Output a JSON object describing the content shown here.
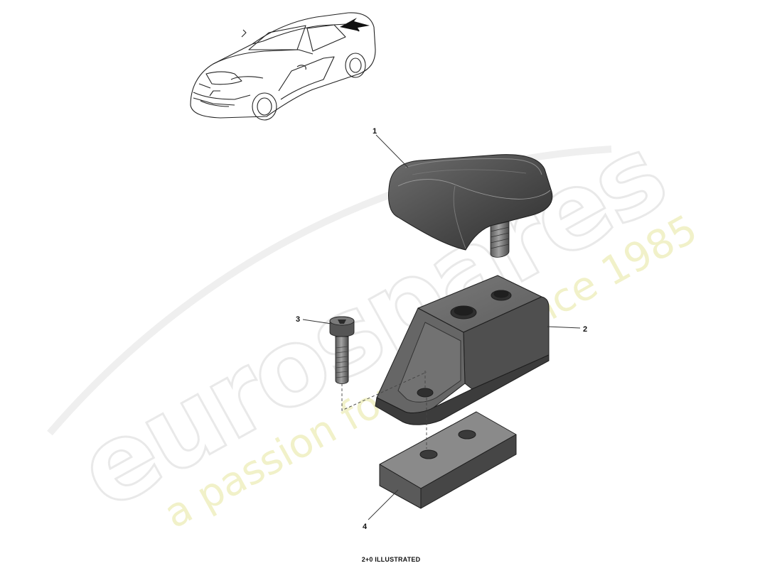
{
  "watermark": {
    "brand": "eurospares",
    "tagline": "a passion for parts since 1985"
  },
  "callouts": [
    "1",
    "2",
    "3",
    "4"
  ],
  "caption": "2+0 ILLUSTRATED",
  "colors": {
    "part_fill": "#5c5c5c",
    "part_dark": "#3a3a3a",
    "part_light": "#8a8a8a",
    "leader": "#333333"
  }
}
